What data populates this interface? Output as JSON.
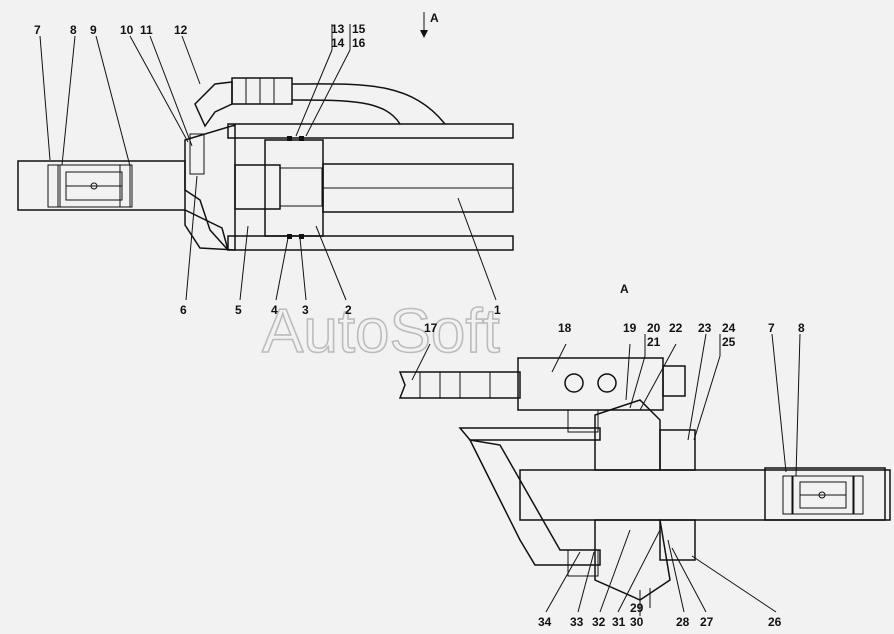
{
  "watermark": "AutoSoft",
  "view_labels": [
    "A",
    "A"
  ],
  "callouts_top": [
    "7",
    "8",
    "9",
    "10",
    "11",
    "12",
    "13",
    "14",
    "15",
    "16",
    "6",
    "5",
    "4",
    "3",
    "2",
    "1"
  ],
  "callouts_bottom": [
    "17",
    "18",
    "19",
    "20",
    "21",
    "22",
    "23",
    "24",
    "25",
    "7",
    "8",
    "34",
    "33",
    "32",
    "31",
    "30",
    "29",
    "28",
    "27",
    "26"
  ]
}
